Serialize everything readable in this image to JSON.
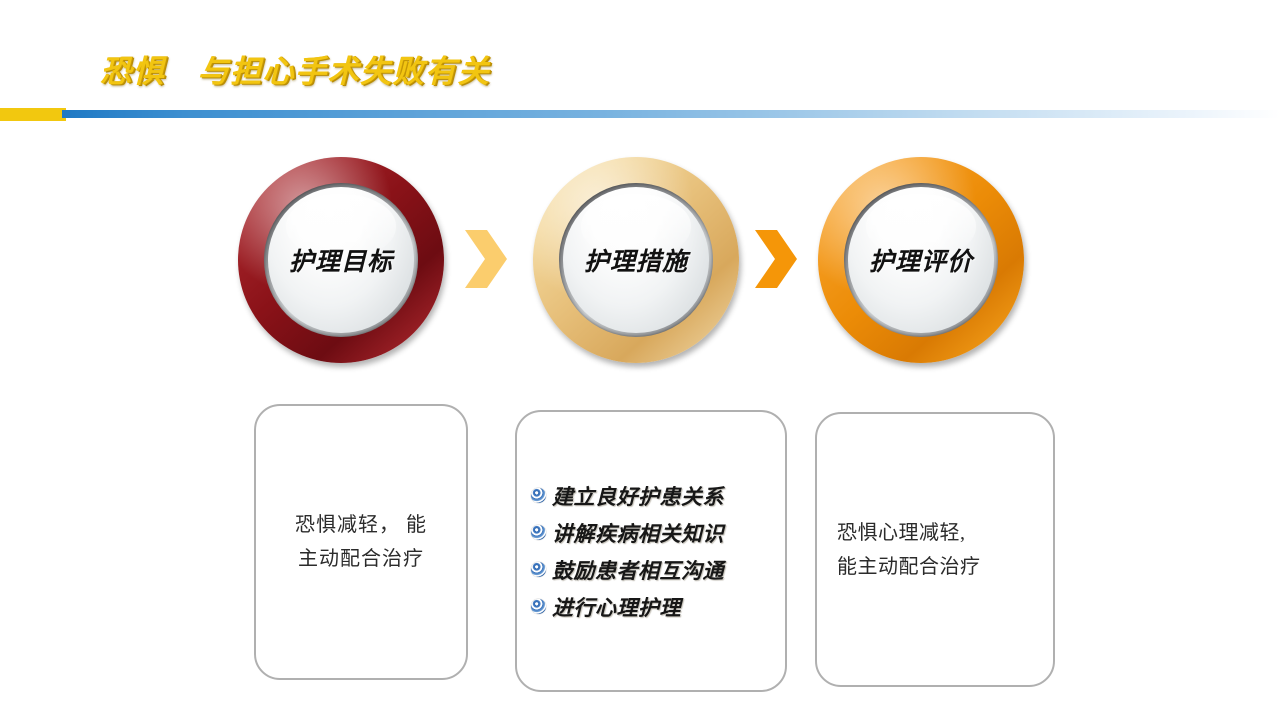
{
  "slide": {
    "title": "恐惧　与担心手术失败有关",
    "background_color": "#ffffff",
    "title_color": "#f2c511",
    "divider": {
      "gold_color": "#f2c80f",
      "blue_color": "#1f79c4"
    }
  },
  "flow": {
    "nodes": [
      {
        "label": "护理目标",
        "icon": "ring-badge-icon",
        "accent_color": "#8a1218"
      },
      {
        "label": "护理措施",
        "icon": "ring-badge-icon",
        "accent_color": "#e6be78"
      },
      {
        "label": "护理评价",
        "icon": "ring-badge-icon",
        "accent_color": "#ec8c07"
      }
    ],
    "arrows": [
      {
        "icon": "chevron-right-icon",
        "color": "#fbcd6d"
      },
      {
        "icon": "chevron-right-icon",
        "color": "#f59608"
      }
    ]
  },
  "details": {
    "goal": {
      "text": "恐惧减轻， 能\n主动配合治疗"
    },
    "measures": {
      "bullet_icon": "target-bullet-icon",
      "items": [
        "建立良好护患关系",
        "讲解疾病相关知识",
        "鼓励患者相互沟通",
        "进行心理护理"
      ]
    },
    "evaluation": {
      "text": "恐惧心理减轻,\n能主动配合治疗"
    }
  }
}
